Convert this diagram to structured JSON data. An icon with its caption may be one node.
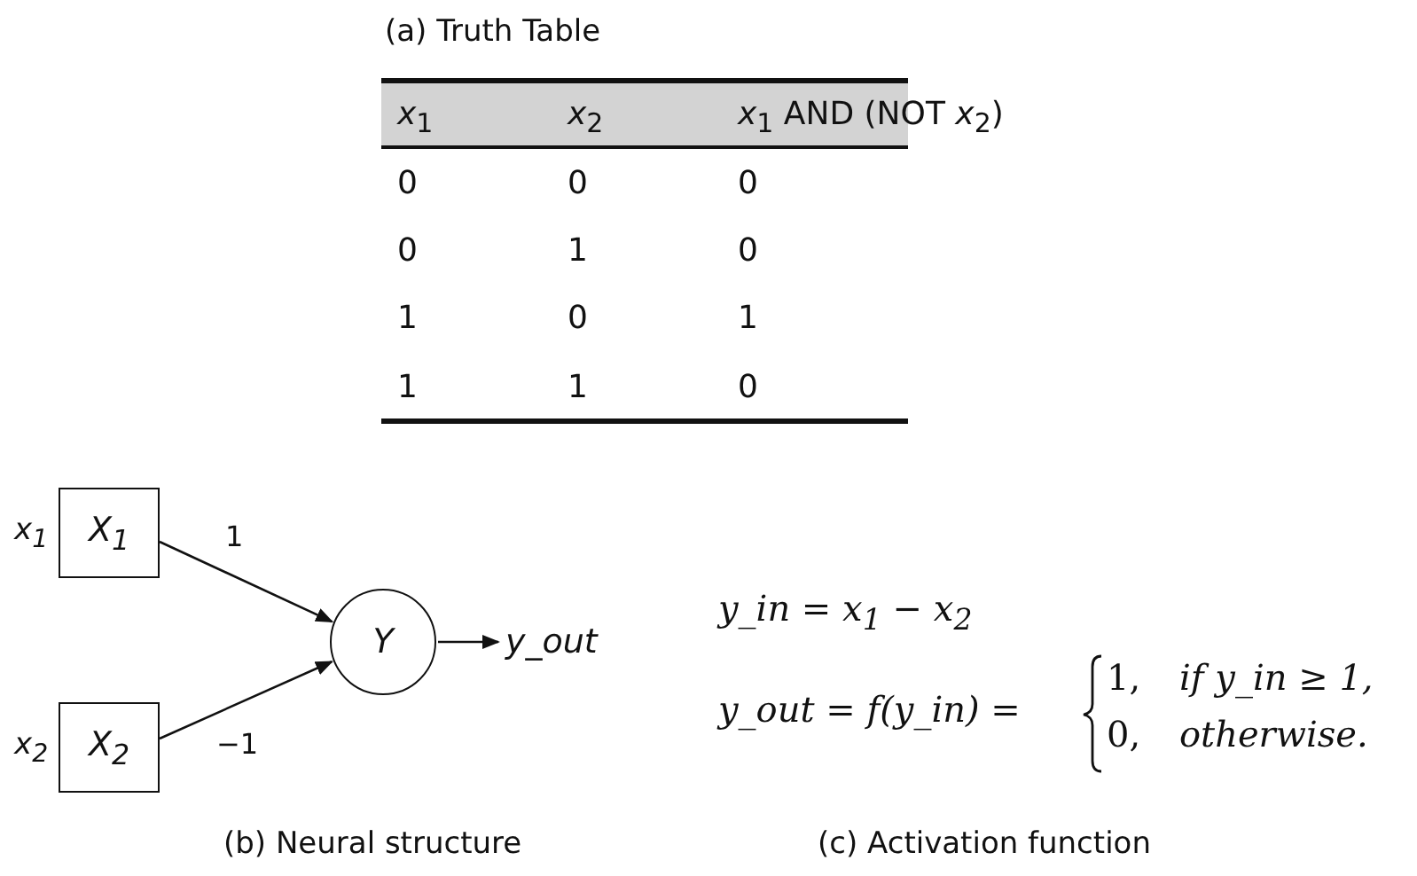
{
  "diagram": {
    "nodes": [
      {
        "text": [
          "X$_{1}$"
        ],
        "beside": [
          "x$_{1}$"
        ]
      },
      {
        "text": [
          "X$_{2}$"
        ],
        "beside": [
          "x$_{2}$"
        ]
      },
      {
        "text": [
          "Y"
        ]
      },
      {
        "text": [
          "y_out"
        ]
      }
    ],
    "edges": [
      {
        "from": 0,
        "to": 2,
        "arrow": "to",
        "label": "1"
      },
      {
        "from": 1,
        "to": 2,
        "arrow": "to",
        "label": "−1"
      },
      {
        "from": 2,
        "to": 3,
        "arrow": "to"
      }
    ],
    "labels": [
      "(a) Truth Table",
      "*x*$_{1}$",
      "*x*$_{2}$",
      "*x*$_{1}$ AND (NOT *x*$_{2}$)",
      "0",
      "0",
      "0",
      "0",
      "1",
      "0",
      "1",
      "0",
      "1",
      "1",
      "1",
      "0",
      "y_in = x$_{1}$ − x$_{2}$",
      "y_out = f(y_in) =",
      "1,",
      "if y_in ≥ 1,",
      "0,",
      "otherwise.",
      "(b) Neural structure",
      "(c) Activation function"
    ]
  }
}
